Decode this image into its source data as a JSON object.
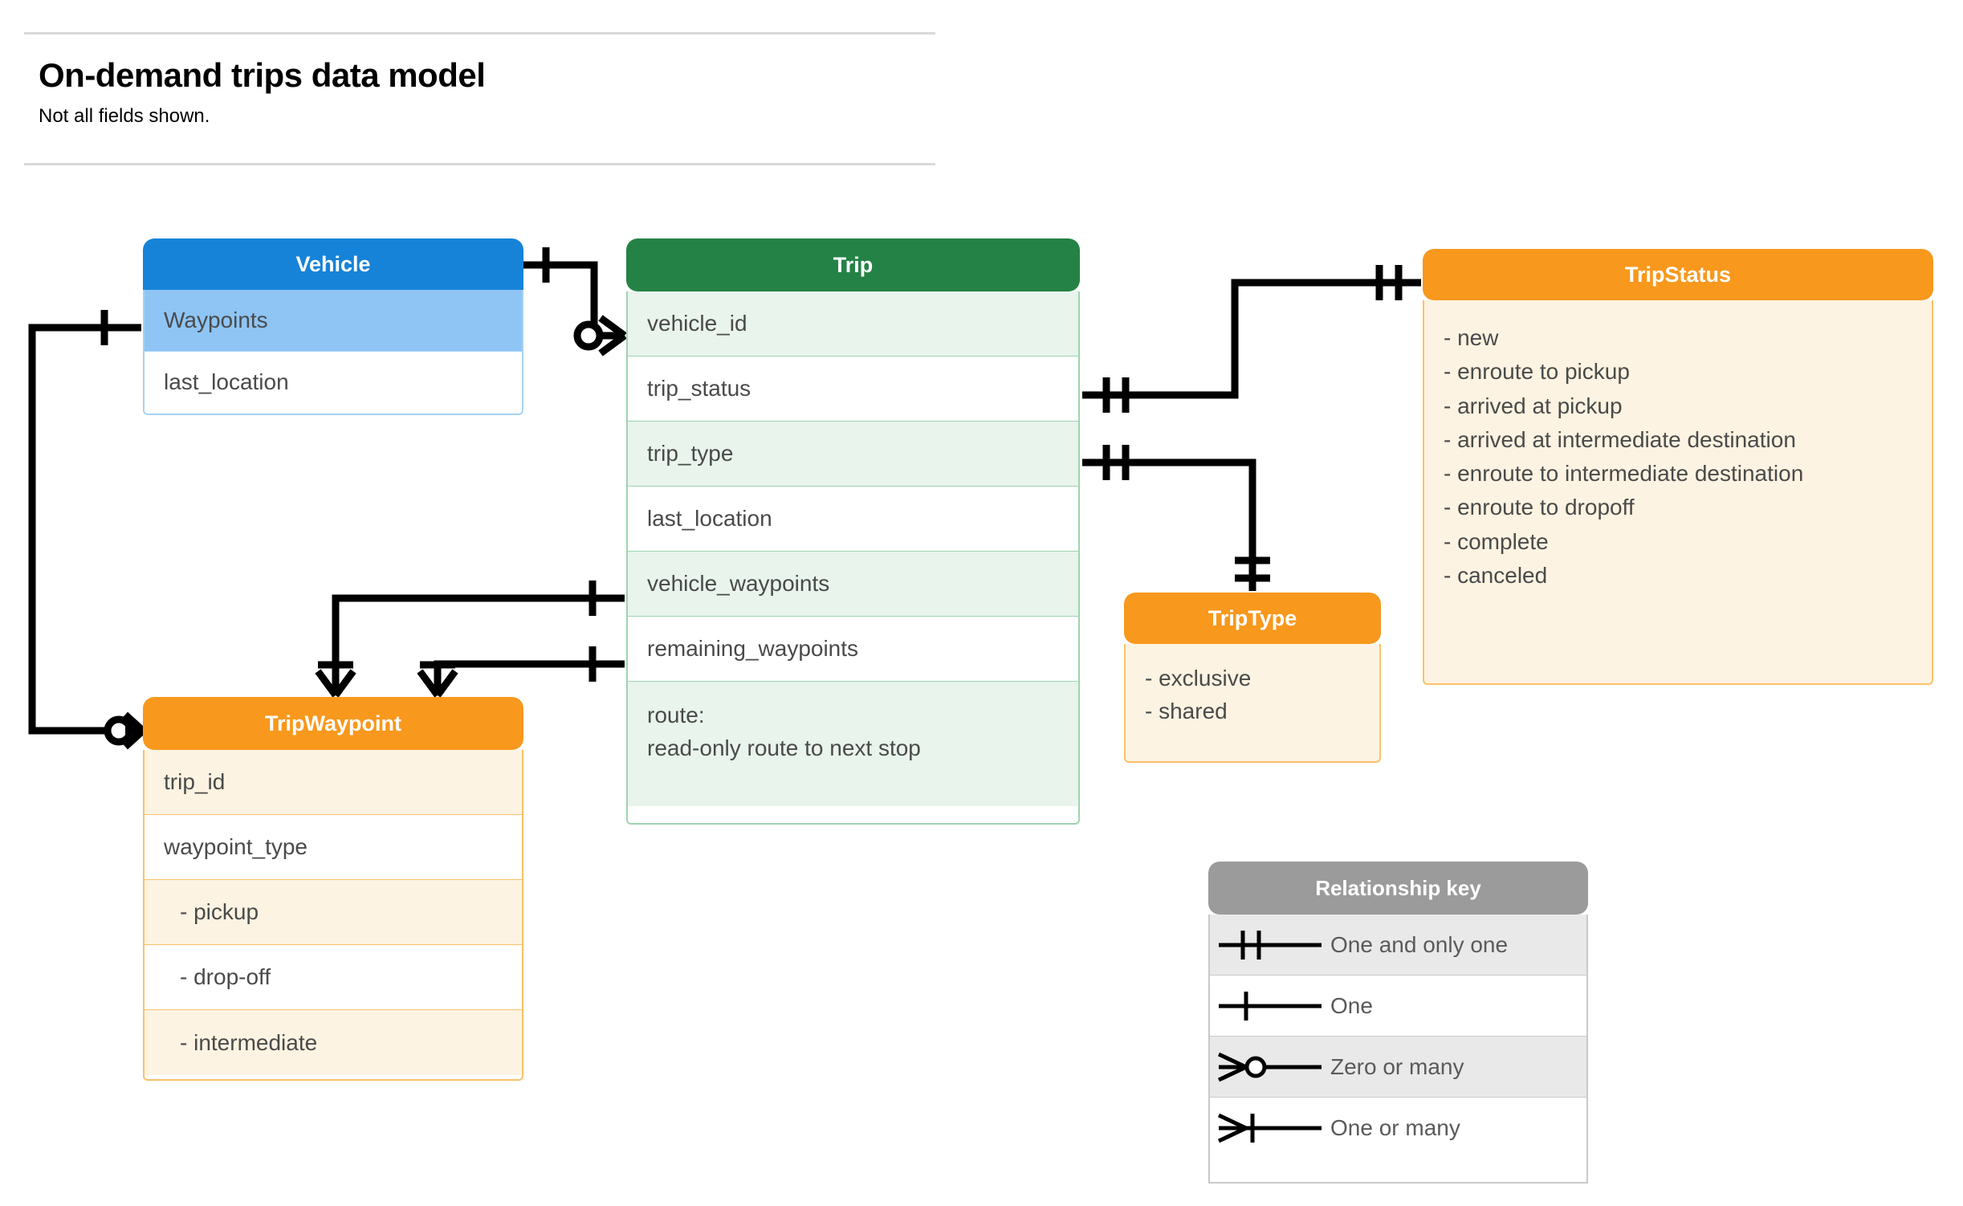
{
  "header": {
    "title": "On-demand trips data model",
    "subtitle": "Not all fields shown."
  },
  "entities": {
    "vehicle": {
      "name": "Vehicle",
      "header_color": "#1683d8",
      "rows": [
        {
          "label": "Waypoints"
        },
        {
          "label": "last_location"
        }
      ]
    },
    "trip": {
      "name": "Trip",
      "header_color": "#258246",
      "rows": [
        {
          "label": "vehicle_id"
        },
        {
          "label": "trip_status"
        },
        {
          "label": "trip_type"
        },
        {
          "label": "last_location"
        },
        {
          "label": "vehicle_waypoints"
        },
        {
          "label": "remaining_waypoints"
        }
      ],
      "route_label": "route:",
      "route_note": "read-only route to next stop"
    },
    "tripwaypoint": {
      "name": "TripWaypoint",
      "header_color": "#f8981d",
      "rows": [
        {
          "label": "trip_id"
        },
        {
          "label": "waypoint_type"
        },
        {
          "label": "-  pickup"
        },
        {
          "label": "-  drop-off"
        },
        {
          "label": "-  intermediate"
        }
      ]
    },
    "triptype": {
      "name": "TripType",
      "header_color": "#f8981d",
      "values": [
        "- exclusive",
        "- shared"
      ]
    },
    "tripstatus": {
      "name": "TripStatus",
      "header_color": "#f8981d",
      "values": [
        "- new",
        "- enroute to pickup",
        "- arrived at pickup",
        "- arrived at intermediate destination",
        "- enroute to intermediate destination",
        "- enroute to dropoff",
        "- complete",
        "- canceled"
      ]
    }
  },
  "relationship_key": {
    "title": "Relationship key",
    "header_color": "#9b9b9b",
    "items": [
      {
        "glyph": "one-and-only-one-icon",
        "label": "One and only one"
      },
      {
        "glyph": "one-icon",
        "label": "One"
      },
      {
        "glyph": "zero-or-many-icon",
        "label": "Zero or many"
      },
      {
        "glyph": "one-or-many-icon",
        "label": "One or many"
      }
    ]
  },
  "relationships": [
    {
      "from": "Vehicle",
      "from_card": "one",
      "to": "Trip.vehicle_id",
      "to_card": "zero-or-many"
    },
    {
      "from": "Vehicle.Waypoints",
      "from_card": "one",
      "to": "TripWaypoint",
      "to_card": "zero-or-many"
    },
    {
      "from": "Trip.trip_status",
      "from_card": "one-and-only-one",
      "to": "TripStatus",
      "to_card": "one-and-only-one"
    },
    {
      "from": "Trip.trip_type",
      "from_card": "one-and-only-one",
      "to": "TripType",
      "to_card": "one-and-only-one"
    },
    {
      "from": "Trip.vehicle_waypoints",
      "from_card": "one",
      "to": "TripWaypoint",
      "to_card": "one-or-many"
    },
    {
      "from": "Trip.remaining_waypoints",
      "from_card": "one",
      "to": "TripWaypoint",
      "to_card": "one-or-many"
    }
  ]
}
